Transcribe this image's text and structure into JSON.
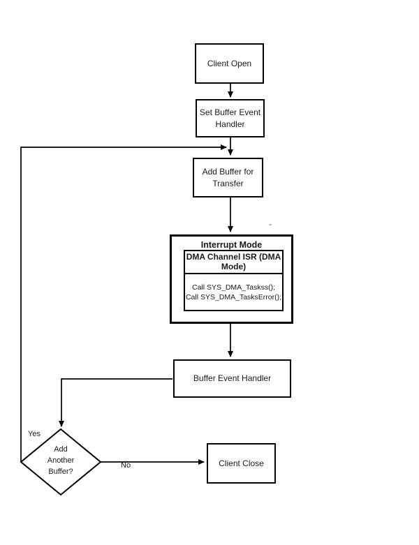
{
  "flowchart": {
    "nodes": {
      "client_open": {
        "label": "Client Open"
      },
      "set_buffer_event_handler": {
        "label": "Set Buffer Event Handler"
      },
      "add_buffer_for_transfer": {
        "label": "Add Buffer for Transfer"
      },
      "interrupt_mode": {
        "title": "Interrupt Mode",
        "isr": {
          "header": "DMA Channel ISR (DMA Mode)",
          "calls": [
            "Call SYS_DMA_Taskss();",
            "Call SYS_DMA_TasksError();"
          ]
        }
      },
      "buffer_event_handler": {
        "label": "Buffer Event Handler"
      },
      "decision": {
        "lines": [
          "Add",
          "Another",
          "Buffer?"
        ]
      },
      "client_close": {
        "label": "Client Close"
      }
    },
    "edge_labels": {
      "yes": "Yes",
      "no": "No"
    },
    "colors": {
      "line": "#000000",
      "box_border": "#000000",
      "text": "#1a1a1a",
      "background": "#ffffff"
    }
  }
}
